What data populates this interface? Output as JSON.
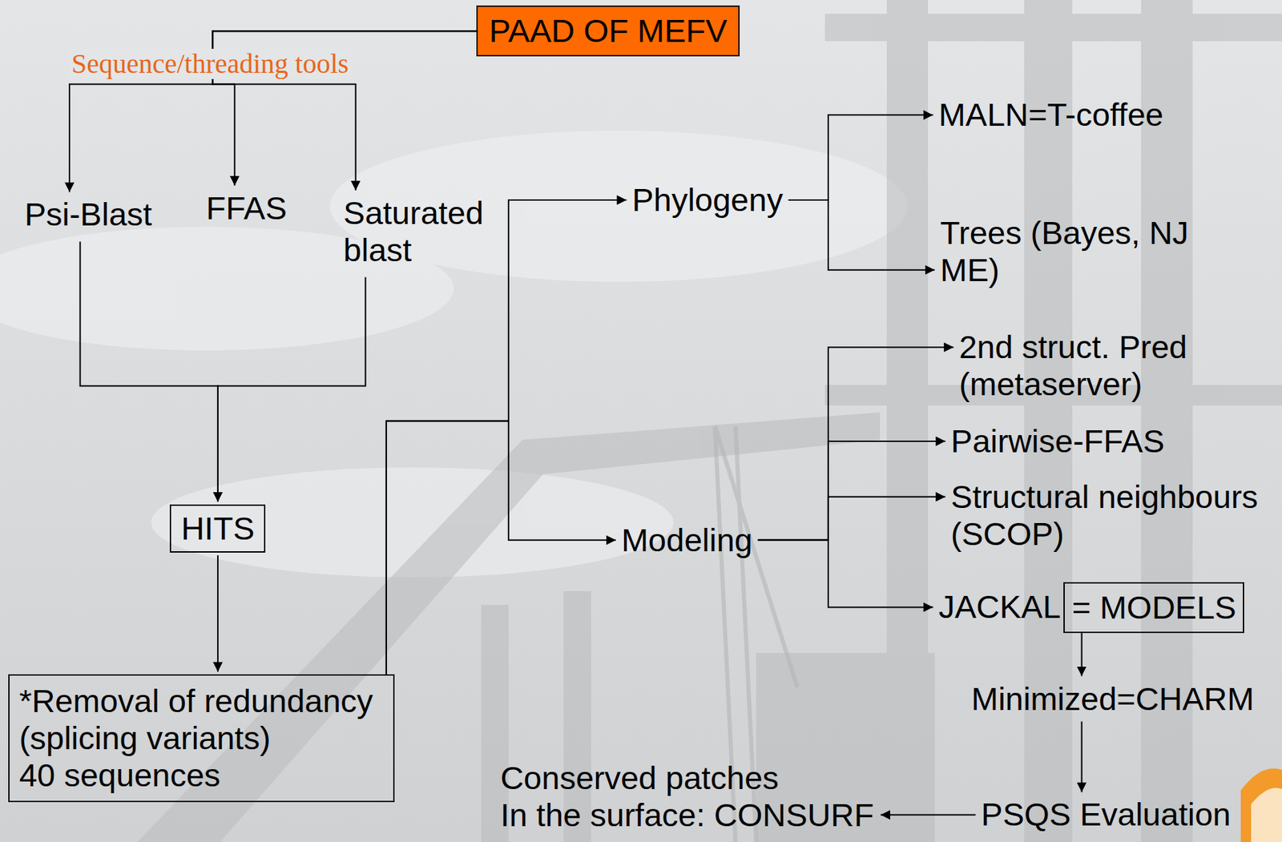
{
  "diagram": {
    "nodes": [
      {
        "text": [
          "PAAD OF MEFV"
        ]
      },
      {
        "text": [
          "Psi-Blast"
        ]
      },
      {
        "text": [
          "FFAS"
        ]
      },
      {
        "text": [
          "Saturated blast"
        ]
      },
      {
        "text": [
          "HITS"
        ]
      },
      {
        "text": [
          "*Removal of redundancy (splicing variants)",
          "40 sequences"
        ]
      },
      {
        "text": [
          "Phylogeny"
        ]
      },
      {
        "text": [
          "Modeling"
        ]
      },
      {
        "text": [
          "MALN=T-coffee"
        ]
      },
      {
        "text": [
          "Trees (Bayes, NJ ME)"
        ]
      },
      {
        "text": [
          "2nd struct. Pred (metaserver)"
        ]
      },
      {
        "text": [
          "Pairwise-FFAS"
        ]
      },
      {
        "text": [
          "Structural neighbours (SCOP)"
        ]
      },
      {
        "text": [
          "JACKAL"
        ]
      },
      {
        "text": [
          "= MODELS"
        ]
      },
      {
        "text": [
          "Minimized=CHARM"
        ]
      },
      {
        "text": [
          "PSQS Evaluation"
        ]
      },
      {
        "text": [
          "Conserved patches",
          "In the surface: CONSURF"
        ]
      }
    ],
    "edges": [
      {
        "from": 0,
        "to": 1,
        "arrow": "to"
      },
      {
        "from": 0,
        "to": 2,
        "arrow": "to"
      },
      {
        "from": 0,
        "to": 3,
        "arrow": "to"
      },
      {
        "from": 1,
        "to": 4,
        "arrow": "to"
      },
      {
        "from": 3,
        "to": 4,
        "arrow": "to"
      },
      {
        "from": 4,
        "to": 5,
        "arrow": "to"
      },
      {
        "from": 5,
        "to": 6,
        "arrow": "to"
      },
      {
        "from": 5,
        "to": 7,
        "arrow": "to"
      },
      {
        "from": 6,
        "to": 8,
        "arrow": "to"
      },
      {
        "from": 6,
        "to": 9,
        "arrow": "to"
      },
      {
        "from": 7,
        "to": 10,
        "arrow": "to"
      },
      {
        "from": 7,
        "to": 11,
        "arrow": "to"
      },
      {
        "from": 7,
        "to": 12,
        "arrow": "to"
      },
      {
        "from": 7,
        "to": 13,
        "arrow": "to"
      },
      {
        "from": 14,
        "to": 15,
        "arrow": "to"
      },
      {
        "from": 15,
        "to": 16,
        "arrow": "to"
      },
      {
        "from": 16,
        "to": 17,
        "arrow": "to"
      }
    ],
    "labels": [
      "Sequence/threading tools"
    ]
  }
}
